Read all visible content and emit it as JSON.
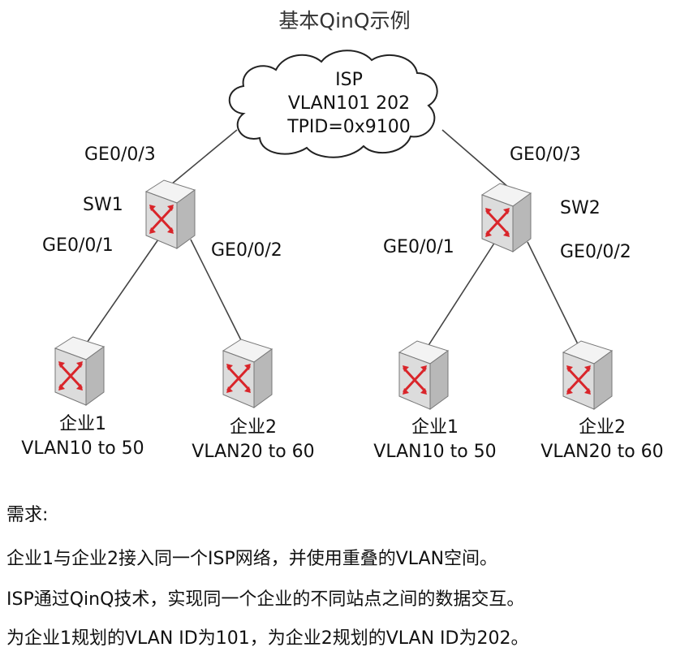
{
  "title": "基本QinQ示例",
  "isp": {
    "name": "ISP",
    "vlan": "VLAN101 202",
    "tpid": "TPID=0x9100"
  },
  "sw1": {
    "name": "SW1",
    "uplink_port": "GE0/0/3",
    "port_left": "GE0/0/1",
    "port_right": "GE0/0/2"
  },
  "sw2": {
    "name": "SW2",
    "uplink_port": "GE0/0/3",
    "port_left": "GE0/0/1",
    "port_right": "GE0/0/2"
  },
  "enterprises": [
    {
      "name": "企业1",
      "vlan": "VLAN10 to 50"
    },
    {
      "name": "企业2",
      "vlan": "VLAN20 to 60"
    },
    {
      "name": "企业1",
      "vlan": "VLAN10 to 50"
    },
    {
      "name": "企业2",
      "vlan": "VLAN20 to 60"
    }
  ],
  "requirements": {
    "heading": "需求:",
    "lines": [
      "企业1与企业2接入同一个ISP网络，并使用重叠的VLAN空间。",
      "ISP通过QinQ技术，实现同一个企业的不同站点之间的数据交互。",
      "为企业1规划的VLAN ID为101，为企业2规划的VLAN ID为202。"
    ]
  },
  "colors": {
    "switch_face": "#e8e8e8",
    "switch_arrow": "#d9252a",
    "line": "#444444",
    "cloud_stroke": "#222222"
  }
}
